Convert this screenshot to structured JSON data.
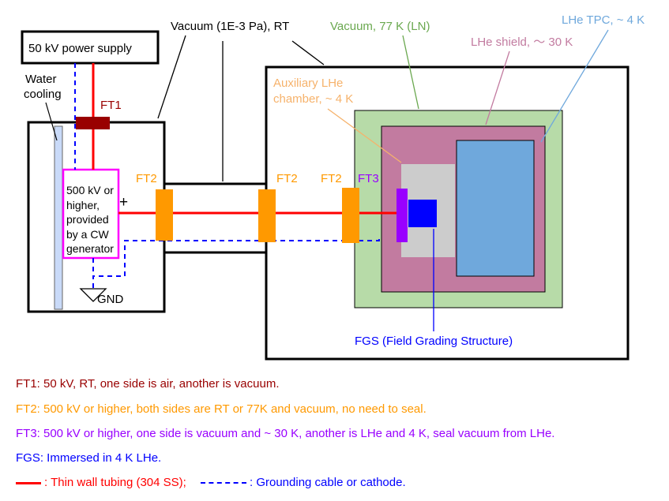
{
  "diagram": {
    "labels": {
      "power_supply": "50 kV power supply",
      "water_cooling_1": "Water",
      "water_cooling_2": "cooling",
      "vacuum_rt": "Vacuum (1E-3 Pa), RT",
      "vacuum_77k": "Vacuum, 77 K (LN)",
      "lhe_tpc": "LHe TPC, ~ 4 K",
      "lhe_shield": "LHe shield, ～ 30 K",
      "aux_chamber_1": "Auxiliary LHe",
      "aux_chamber_2": "chamber, ~ 4 K",
      "ft1": "FT1",
      "ft2_left": "FT2",
      "ft2_mid": "FT2",
      "ft2_right": "FT2",
      "ft3": "FT3",
      "cw_1": "500 kV or",
      "cw_2": "higher,",
      "cw_3": "provided",
      "cw_4": "by a CW",
      "cw_5": "generator",
      "plus": "+",
      "gnd": "GND",
      "fgs": "FGS (Field Grading Structure)"
    }
  },
  "notes": {
    "ft1": "FT1: 50 kV, RT, one side is air, another is vacuum.",
    "ft2": "FT2: 500 kV or higher, both sides are RT or 77K and vacuum, no need to seal.",
    "ft3": "FT3: 500 kV or higher, one side is vacuum and ~ 30 K, another is LHe and 4 K, seal vacuum from LHe.",
    "fgs": "FGS: Immersed in 4 K LHe.",
    "tubing": ": Thin wall tubing (304 SS);",
    "cable": ": Grounding cable or cathode."
  },
  "colors": {
    "ft1": "#990000",
    "ft2": "#ff9900",
    "ft3": "#9900ff",
    "fgs": "#0000ff",
    "tubing": "#ff0000",
    "cable": "#0000ff",
    "ln_shell": "#b7dba8",
    "lhe_shield": "#c27ba0",
    "aux_chamber": "#cccccc",
    "lhe_tpc": "#6fa8dc",
    "water": "#c9daf8",
    "vacuum_77k_text": "#6aa84f",
    "aux_text": "#f6b26b"
  }
}
